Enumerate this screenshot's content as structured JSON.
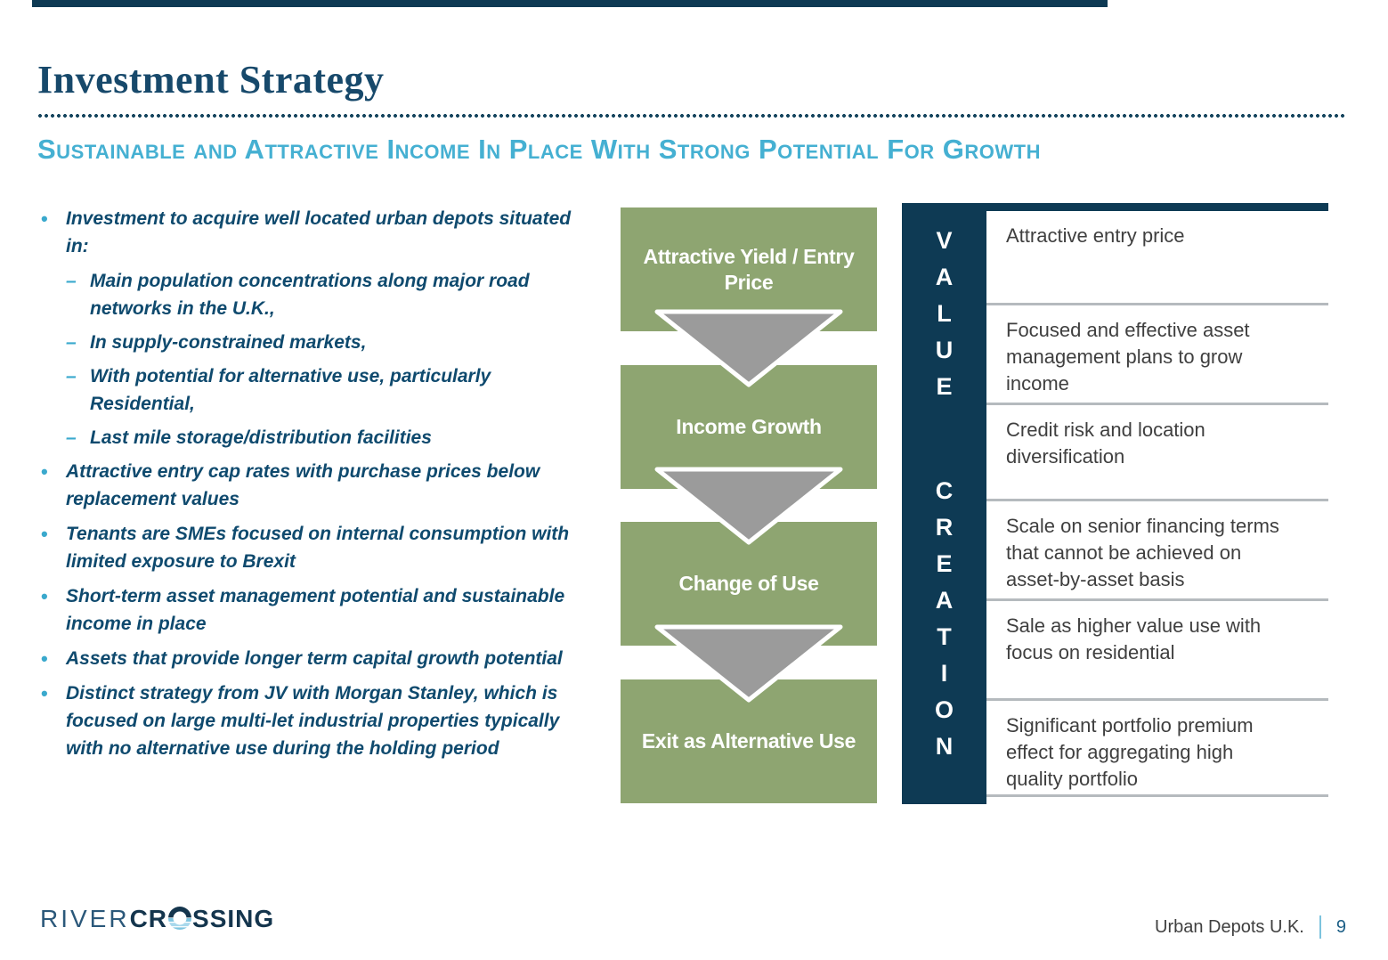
{
  "slide": {
    "title": "Investment Strategy",
    "subtitle": "Sustainable and Attractive Income In Place With Strong Potential For Growth"
  },
  "glyphs": {
    "bullet": "•",
    "sub_bullet": "–"
  },
  "bullets": [
    {
      "text": "Investment to acquire well located urban depots situated\nin:",
      "subitems": [
        "Main population concentrations along major road\nnetworks in the U.K.,",
        "In supply-constrained markets,",
        "With potential for alternative use, particularly\nResidential,",
        "Last mile storage/distribution facilities"
      ]
    },
    {
      "text": "Attractive entry cap rates with purchase prices below\nreplacement values",
      "subitems": []
    },
    {
      "text": "Tenants are SMEs focused on internal consumption with\nlimited exposure to Brexit",
      "subitems": []
    },
    {
      "text": "Short-term asset management potential and sustainable\nincome in place",
      "subitems": []
    },
    {
      "text": "Assets that provide longer term capital growth potential",
      "subitems": []
    },
    {
      "text": "Distinct strategy from JV with Morgan Stanley, which is\nfocused on large multi-let industrial properties typically\nwith no alternative use during the holding period",
      "subitems": []
    }
  ],
  "flowchart": {
    "steps": [
      "Attractive Yield / Entry\nPrice",
      "Income Growth",
      "Change of Use",
      "Exit as Alternative Use"
    ]
  },
  "value_panel": {
    "vertical_label_top": "VALUE",
    "vertical_label_bottom": "CREATION",
    "items": [
      "Attractive entry price",
      "Focused and effective asset\nmanagement plans to grow\nincome",
      "Credit risk and location\ndiversification",
      "Scale on senior financing terms\nthat cannot be achieved on\nasset-by-asset basis",
      "Sale as higher value use with\nfocus on residential",
      "Significant portfolio premium\neffect for aggregating high\nquality portfolio"
    ]
  },
  "footer": {
    "logo_text_light": "RIVER",
    "logo_text_bold_pre": "CR",
    "logo_text_bold_post": "SSING",
    "project_label": "Urban Depots U.K.",
    "page_number": "9"
  },
  "colors": {
    "navy": "#0e3a54",
    "title_navy": "#17496b",
    "accent_blue": "#45b0d2",
    "bullet_text_navy": "#0f4a6e",
    "sage_green": "#8ea571",
    "arrow_gray": "#9b9b9b",
    "panel_text_gray": "#3f3f3f",
    "separator_gray": "#b5babe"
  }
}
